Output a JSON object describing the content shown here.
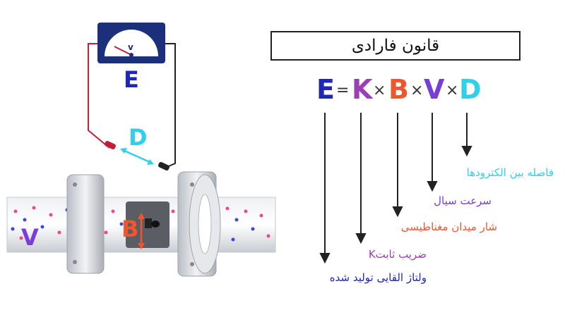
{
  "title": "قانون فارادی",
  "formula": {
    "E": "E",
    "K": "K",
    "B": "B",
    "V": "V",
    "D": "D",
    "equals": "=",
    "times": "×"
  },
  "descriptions": {
    "D": "فاصله بین الکترودها",
    "V": "سرعت سیال",
    "B": "شار میدان مغناطیسی",
    "K": "ضریب ثابتK",
    "E": "ولتاژ القایی تولید شده"
  },
  "illustration": {
    "meter_unit": "v",
    "voltage_label": "E",
    "distance_label": "D",
    "velocity_label": "V",
    "field_label": "B"
  },
  "colors": {
    "E": "#1f27b5",
    "K": "#9b3fb5",
    "B": "#f0552e",
    "V": "#7a3dd8",
    "D": "#2fd0e8",
    "wire_red": "#c0203a",
    "pipe": "#d9dde2"
  }
}
